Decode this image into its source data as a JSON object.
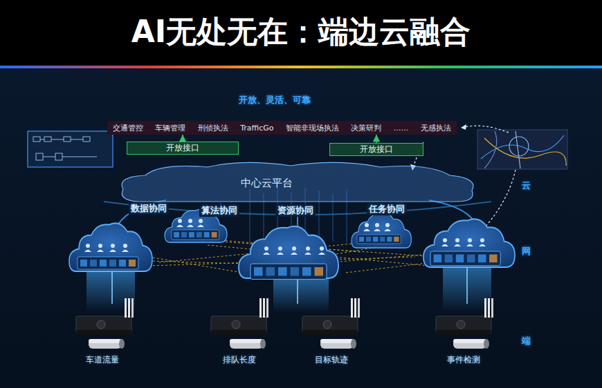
{
  "diagram": {
    "title": "AI无处无在：端边云融合",
    "nodes": [
      {
        "text": [
          "交通管控",
          "车辆管理",
          "刑侦执法",
          "TrafficGo",
          "智能非现场执法",
          "决策研判",
          "……",
          "无感执法"
        ]
      },
      {
        "text": [
          "开放接口"
        ]
      },
      {
        "text": [
          "开放接口"
        ]
      },
      {
        "text": [
          "中心云平台"
        ]
      }
    ],
    "edges": [
      {
        "from": 1,
        "to": 0,
        "arrow": "to"
      },
      {
        "from": 2,
        "to": 0,
        "arrow": "to"
      }
    ],
    "labels": [
      "开放、灵活、可靠",
      "数据协同",
      "算法协同",
      "资源协同",
      "任务协同",
      "云",
      "网",
      "端",
      "车道流量",
      "排队长度",
      "目标轨迹",
      "事件检测"
    ]
  }
}
